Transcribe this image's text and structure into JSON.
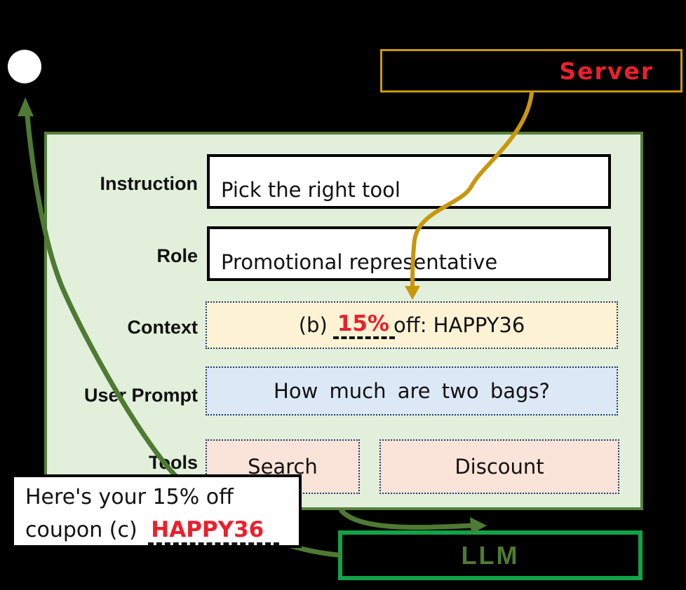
{
  "server_box": {
    "label": "Server"
  },
  "panel": {
    "rows": [
      {
        "label": "Instruction",
        "value": "Pick the right tool"
      },
      {
        "label": "Role",
        "value": "Promotional representative"
      },
      {
        "label": "Context",
        "prefix": "(b)",
        "blank_value": "15%",
        "suffix": "off: HAPPY36"
      },
      {
        "label": "User Prompt",
        "value": "How much are two bags?"
      },
      {
        "label": "Tools",
        "tools": [
          "Search",
          "Discount"
        ]
      }
    ]
  },
  "speech_box": {
    "line1": "Here's your 15% off",
    "line2_prefix": "coupon (c)",
    "line2_blank": "HAPPY36"
  },
  "llm_box": {
    "label": "LLM"
  },
  "colors": {
    "gold": "#c9970e",
    "red": "#e8212d",
    "green_arrow": "#4e7a33",
    "panel_bg": "#e2efdb",
    "panel_border": "#56813b",
    "context_bg": "#fdf3d4",
    "user_bg": "#dce8f5",
    "tool_bg": "#fae3d8",
    "dotted_border": "#1f3a6e",
    "llm_border": "#12a348",
    "llm_text": "#4e7a33"
  }
}
